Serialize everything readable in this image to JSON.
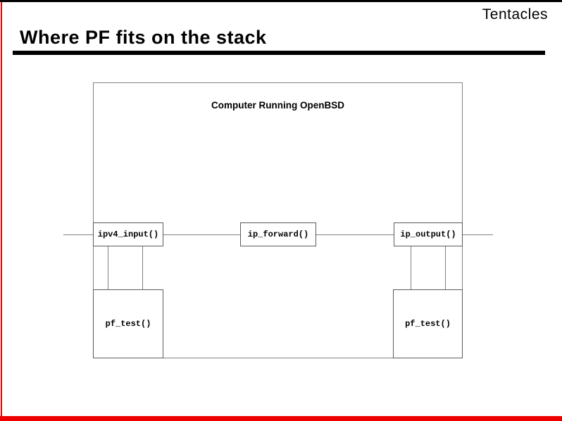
{
  "slide": {
    "corner_label": "Tentacles",
    "title": "Where PF fits on the stack",
    "accent_color": "#ee0000",
    "rule_color": "#000000",
    "line_color": "#808080"
  },
  "diagram": {
    "container_label": "Computer Running OpenBSD",
    "nodes": [
      {
        "id": "ipv4-input",
        "label": "ipv4_input()"
      },
      {
        "id": "ip-forward",
        "label": "ip_forward()"
      },
      {
        "id": "ip-output",
        "label": "ip_output()"
      },
      {
        "id": "pf-test-left",
        "label": "pf_test()"
      },
      {
        "id": "pf-test-right",
        "label": "pf_test()"
      }
    ],
    "wires": [
      {
        "id": "packet-wire-in"
      },
      {
        "id": "packet-wire-input-to-forward"
      },
      {
        "id": "packet-wire-forward-to-output"
      },
      {
        "id": "packet-wire-out"
      }
    ]
  }
}
